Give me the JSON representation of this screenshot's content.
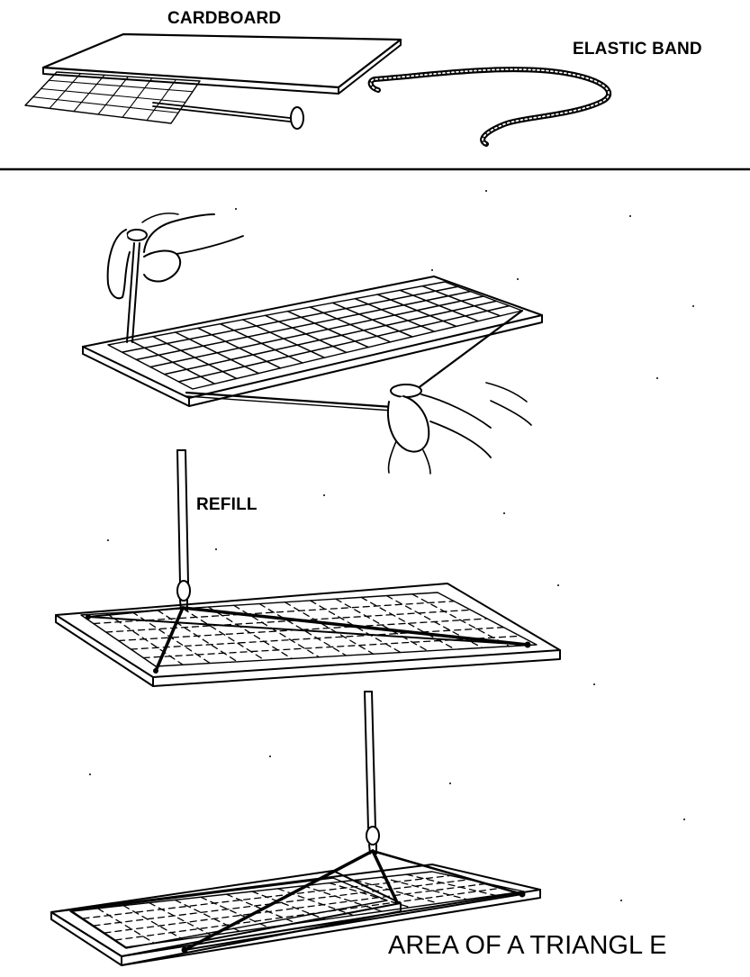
{
  "labels": {
    "cardboard": "CARDBOARD",
    "elastic_band": "ELASTIC BAND",
    "refill": "REFILL",
    "title": "AREA OF   A TRIANGL E"
  },
  "colors": {
    "ink": "#000000",
    "paper": "#ffffff"
  }
}
